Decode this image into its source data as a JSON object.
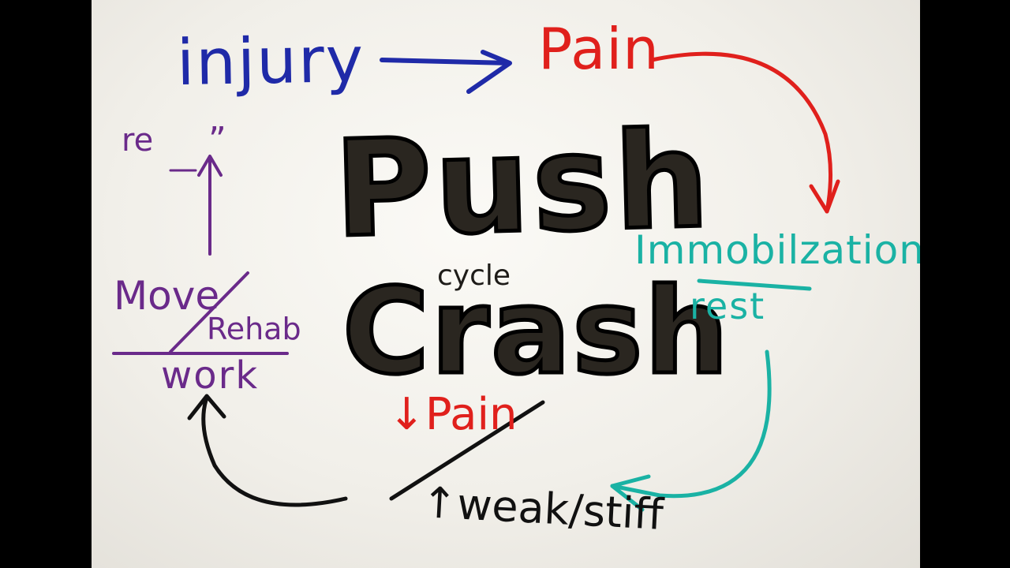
{
  "diagram": {
    "center": {
      "word1": "Push",
      "connector": "cycle",
      "word2": "Crash"
    },
    "nodes": {
      "injury": "injury",
      "pain": "Pain",
      "immobilization": "Immobilzation",
      "rest": "rest",
      "pain_down": "↓Pain",
      "tweak_stiff": "↑weak/stiff",
      "move": "Move",
      "rehab": "Rehab",
      "work": "work",
      "re": "re",
      "ditto": "”"
    },
    "colors": {
      "injury": "#1f2aa8",
      "pain": "#e0201c",
      "immobilization": "#1ab2a4",
      "recovery": "#6a2a8a",
      "ink": "#111111"
    },
    "edges": [
      {
        "from": "injury",
        "to": "pain",
        "color": "blue"
      },
      {
        "from": "pain",
        "to": "immobilization",
        "color": "red"
      },
      {
        "from": "rest",
        "to": "tweak_stiff",
        "color": "teal"
      },
      {
        "from": "tweak_stiff",
        "to": "work",
        "color": "black"
      },
      {
        "from": "move",
        "to": "re",
        "color": "purple"
      }
    ]
  }
}
